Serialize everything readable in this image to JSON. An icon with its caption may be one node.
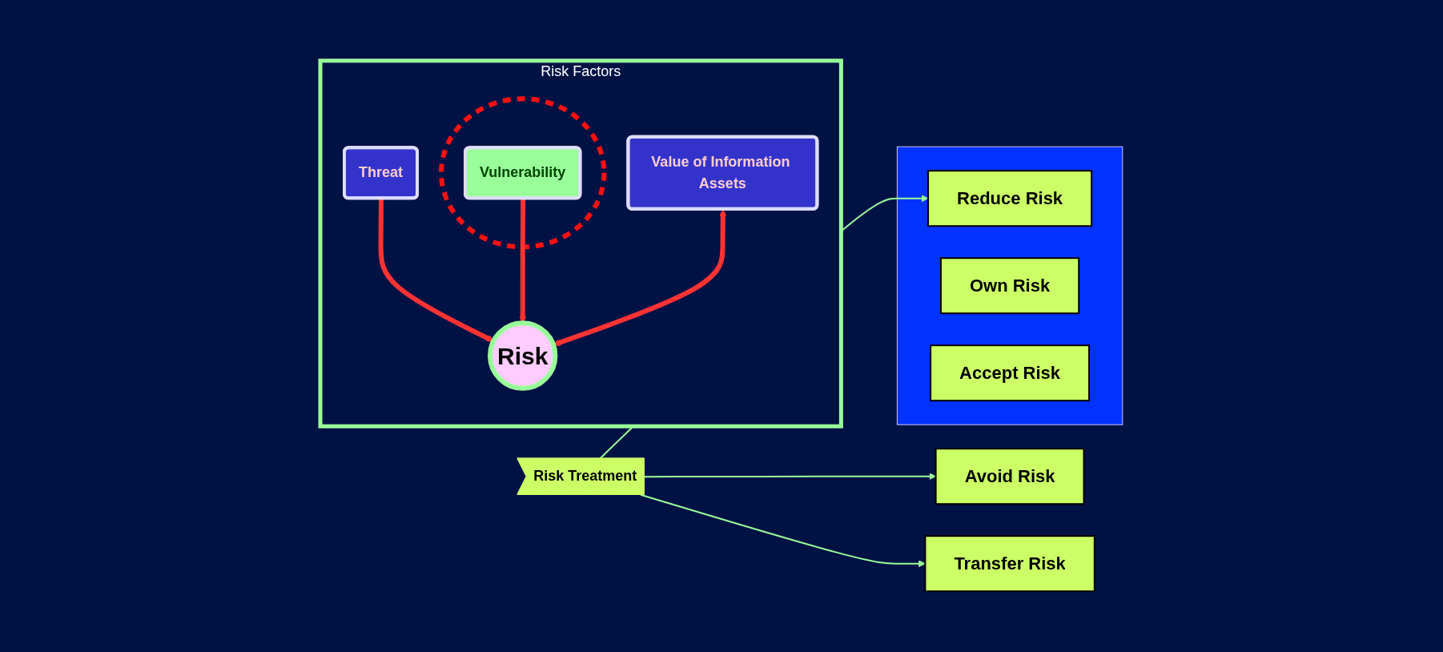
{
  "diagram": {
    "nodes": [
      {
        "text": [
          "Risk Factors"
        ]
      },
      {
        "text": [
          "Threat"
        ],
        "in": 0
      },
      {
        "text": [],
        "shape": "circle",
        "in": 0
      },
      {
        "text": [
          "Vulnerability"
        ],
        "in": 2
      },
      {
        "text": [
          "Risk"
        ],
        "in": 0
      },
      {
        "text": [
          "Value of Information Assets"
        ],
        "in": 0
      },
      {
        "text": [
          "Risk Treatment"
        ]
      },
      {
        "text": [
          "Avoid Risk"
        ]
      },
      {
        "text": [],
        "shape": "box"
      },
      {
        "text": [
          "Reduce Risk"
        ],
        "in": 8
      },
      {
        "text": [
          "Own Risk"
        ],
        "in": 8
      },
      {
        "text": [
          "Accept Risk"
        ],
        "in": 8
      },
      {
        "text": [
          "Transfer Risk"
        ]
      }
    ],
    "edges": [
      {
        "from": 1,
        "to": 4,
        "arrow": "to",
        "style": "thick",
        "color": "#ff3333"
      },
      {
        "from": 3,
        "to": 4,
        "arrow": "to",
        "style": "thick",
        "color": "#ff3333"
      },
      {
        "from": 5,
        "to": 4,
        "arrow": "both",
        "style": "thick",
        "color": "#ff3333"
      },
      {
        "from": 6,
        "to": 7,
        "arrow": "to",
        "color": "#99ff99"
      },
      {
        "from": 6,
        "to": 9,
        "arrow": "to",
        "color": "#99ff99"
      },
      {
        "from": 6,
        "to": 12,
        "arrow": "to",
        "color": "#99ff99"
      }
    ]
  }
}
